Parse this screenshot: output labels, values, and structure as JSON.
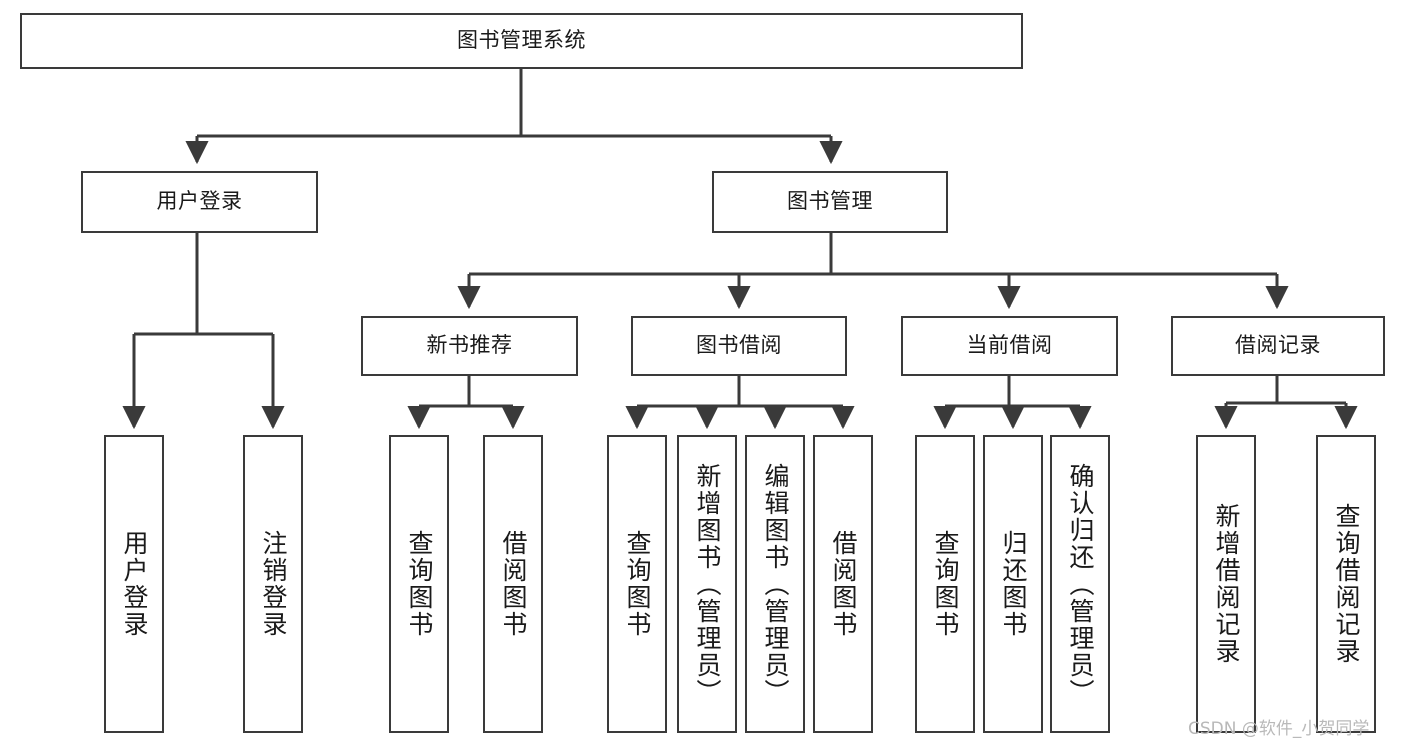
{
  "diagram": {
    "title": "图书管理系统",
    "type": "hierarchy-tree",
    "colors": {
      "stroke": "#3a3a3a",
      "fill": "#ffffff",
      "text": "#1a1a1a",
      "watermark": "#b9b9b9"
    },
    "root": {
      "id": "root",
      "label": "图书管理系统"
    },
    "level2": [
      {
        "id": "user-login",
        "label": "用户登录"
      },
      {
        "id": "book-management",
        "label": "图书管理"
      }
    ],
    "level3": [
      {
        "id": "new-book-recommend",
        "label": "新书推荐"
      },
      {
        "id": "book-borrow",
        "label": "图书借阅"
      },
      {
        "id": "current-borrow",
        "label": "当前借阅"
      },
      {
        "id": "borrow-record",
        "label": "借阅记录"
      }
    ],
    "leaves": {
      "user-login": [
        {
          "id": "leaf-user-login",
          "label": "用户登录"
        },
        {
          "id": "leaf-user-logout",
          "label": "注销登录"
        }
      ],
      "new-book-recommend": [
        {
          "id": "leaf-query-book-1",
          "label": "查询图书"
        },
        {
          "id": "leaf-borrow-book-1",
          "label": "借阅图书"
        }
      ],
      "book-borrow": [
        {
          "id": "leaf-query-book-2",
          "label": "查询图书"
        },
        {
          "id": "leaf-add-book",
          "label": "新增图书（管理员）"
        },
        {
          "id": "leaf-edit-book",
          "label": "编辑图书（管理员）"
        },
        {
          "id": "leaf-borrow-book-2",
          "label": "借阅图书"
        }
      ],
      "current-borrow": [
        {
          "id": "leaf-query-book-3",
          "label": "查询图书"
        },
        {
          "id": "leaf-return-book",
          "label": "归还图书"
        },
        {
          "id": "leaf-confirm-return",
          "label": "确认归还（管理员）"
        }
      ],
      "borrow-record": [
        {
          "id": "leaf-add-record",
          "label": "新增借阅记录"
        },
        {
          "id": "leaf-query-record",
          "label": "查询借阅记录"
        }
      ]
    }
  },
  "watermark": {
    "text": "CSDN @软件_小贺同学"
  }
}
